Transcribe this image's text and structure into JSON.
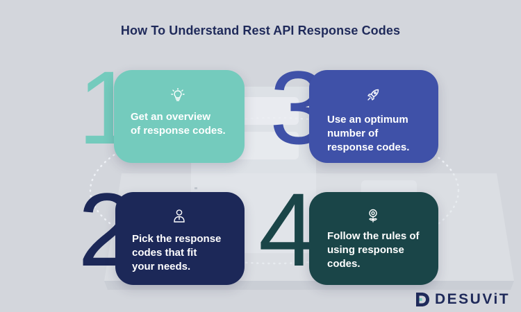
{
  "title": "How To Understand Rest API Response Codes",
  "steps": [
    {
      "number": "1",
      "text_lines": [
        "Get an overview",
        "of response codes."
      ],
      "icon": "lightbulb-icon",
      "color": "#74cbbd"
    },
    {
      "number": "2",
      "text_lines": [
        "Pick the response",
        "codes that fit",
        "your needs."
      ],
      "icon": "person-icon",
      "color": "#1c2858"
    },
    {
      "number": "3",
      "text_lines": [
        "Use an optimum",
        "number of",
        "response codes."
      ],
      "icon": "rocket-icon",
      "color": "#3f51a8"
    },
    {
      "number": "4",
      "text_lines": [
        "Follow the rules of",
        "using response",
        "codes."
      ],
      "icon": "flower-icon",
      "color": "#1a4548"
    }
  ],
  "brand": {
    "name": "DESUViT",
    "color": "#1f2a5a"
  }
}
